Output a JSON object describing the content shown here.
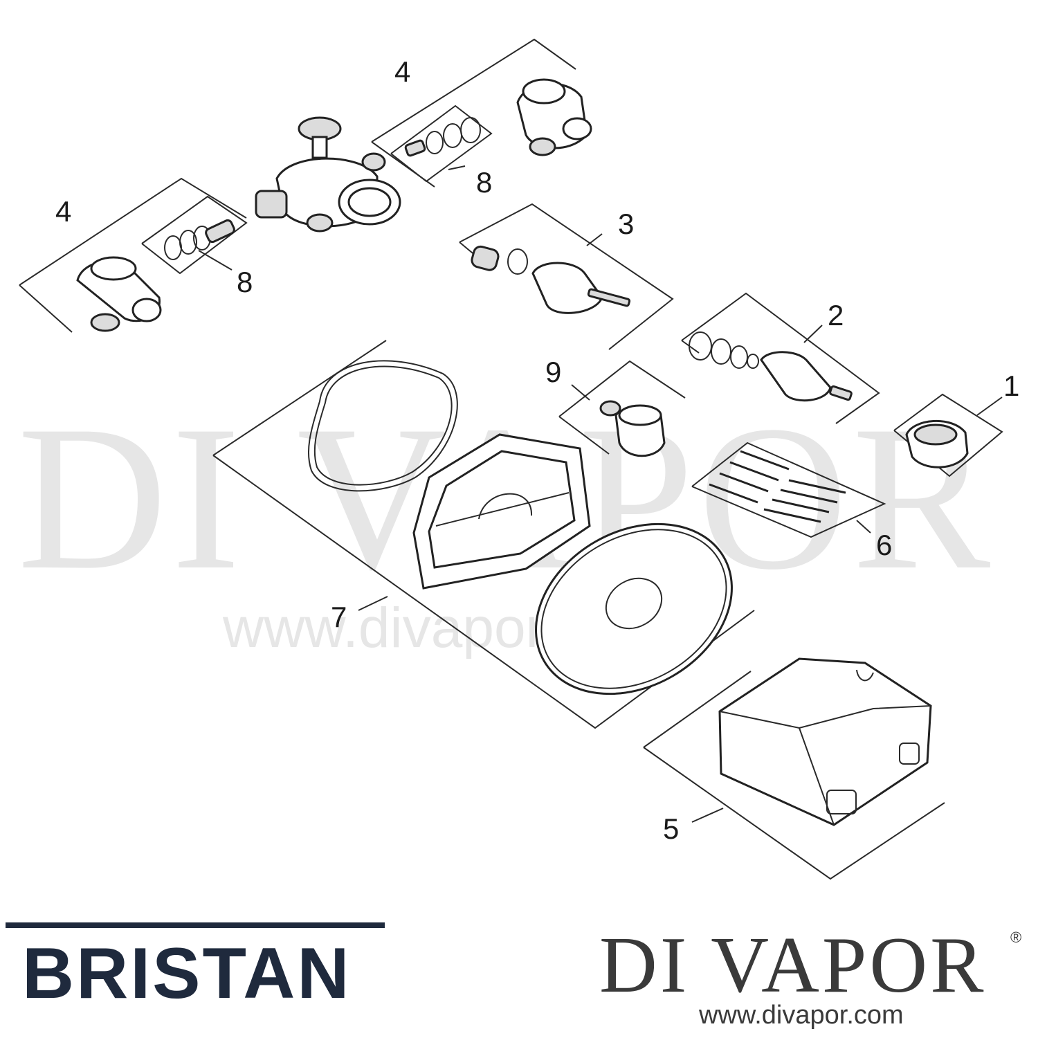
{
  "watermark": {
    "brand": "DI VAPOR",
    "url": "www.divapor.com"
  },
  "callouts": {
    "one": "1",
    "two": "2",
    "three": "3",
    "four": "4",
    "five": "5",
    "six": "6",
    "seven": "7",
    "eight": "8",
    "nine": "9"
  },
  "footer": {
    "left_logo": "BRISTAN",
    "right_logo": "DI VAPOR",
    "registered": "®",
    "url": "www.divapor.com"
  }
}
